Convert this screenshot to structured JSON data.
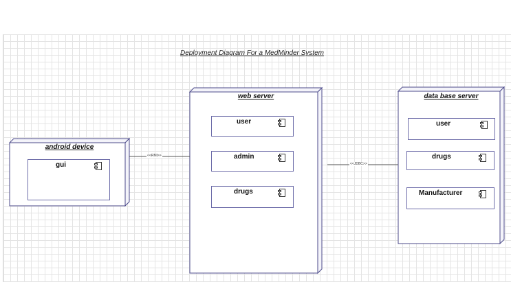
{
  "diagram": {
    "title": "Deployment Diagram For a MedMinder System",
    "nodes": {
      "android": {
        "label": "android device",
        "components": [
          "gui"
        ]
      },
      "web": {
        "label": "web server",
        "components": [
          "user",
          "admin",
          "drugs"
        ]
      },
      "db": {
        "label": "data base server",
        "components": [
          "user",
          "drugs",
          "Manufacturer"
        ]
      }
    },
    "connections": {
      "android_web": "<<RMI>>",
      "web_db": "<<JDBC>>"
    },
    "colors": {
      "node_stroke": "#4b4a8a",
      "component_stroke": "#6b6aa8",
      "grid": "#e4e4e4"
    },
    "icon": "uml-component-icon"
  }
}
